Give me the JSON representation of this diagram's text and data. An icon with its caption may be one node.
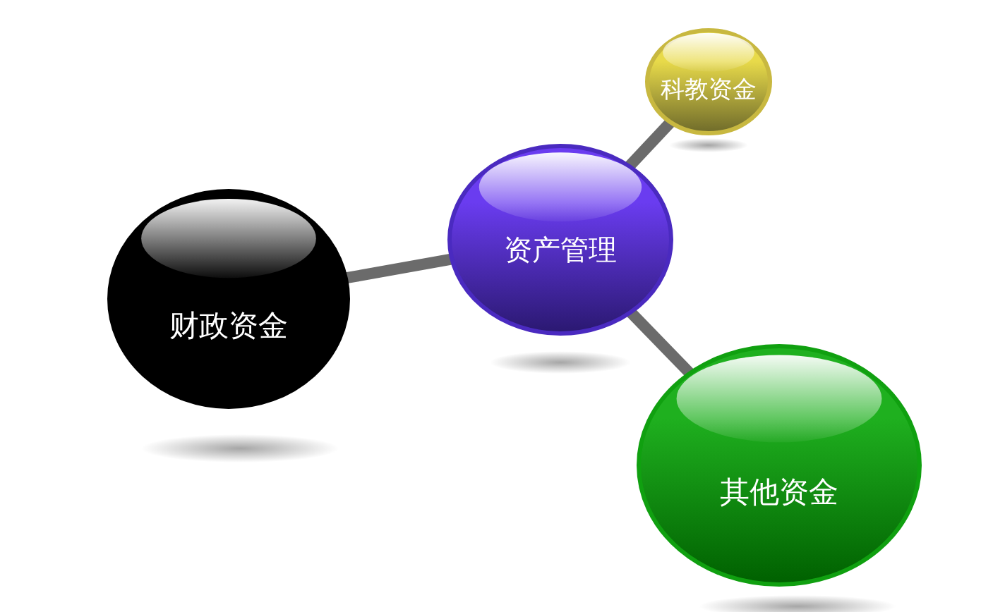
{
  "diagram": {
    "nodes": [
      {
        "text": [
          "资产管理"
        ]
      },
      {
        "text": [
          "科教资金"
        ]
      },
      {
        "text": [
          "财政资金"
        ]
      },
      {
        "text": [
          "其他资金"
        ]
      }
    ],
    "edges": [
      {
        "from": 0,
        "to": 1,
        "arrow": "none"
      },
      {
        "from": 0,
        "to": 2,
        "arrow": "none"
      },
      {
        "from": 0,
        "to": 3,
        "arrow": "none"
      }
    ]
  }
}
